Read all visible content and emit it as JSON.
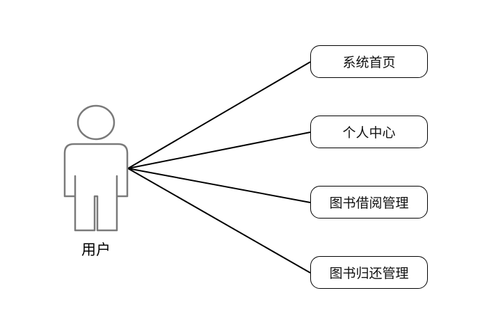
{
  "actor": {
    "label": "用户"
  },
  "use_cases": [
    {
      "label": "系统首页"
    },
    {
      "label": "个人中心"
    },
    {
      "label": "图书借阅管理"
    },
    {
      "label": "图书归还管理"
    }
  ],
  "colors": {
    "line": "#000000",
    "actor_stroke": "#7a7a7a",
    "background": "#ffffff"
  }
}
